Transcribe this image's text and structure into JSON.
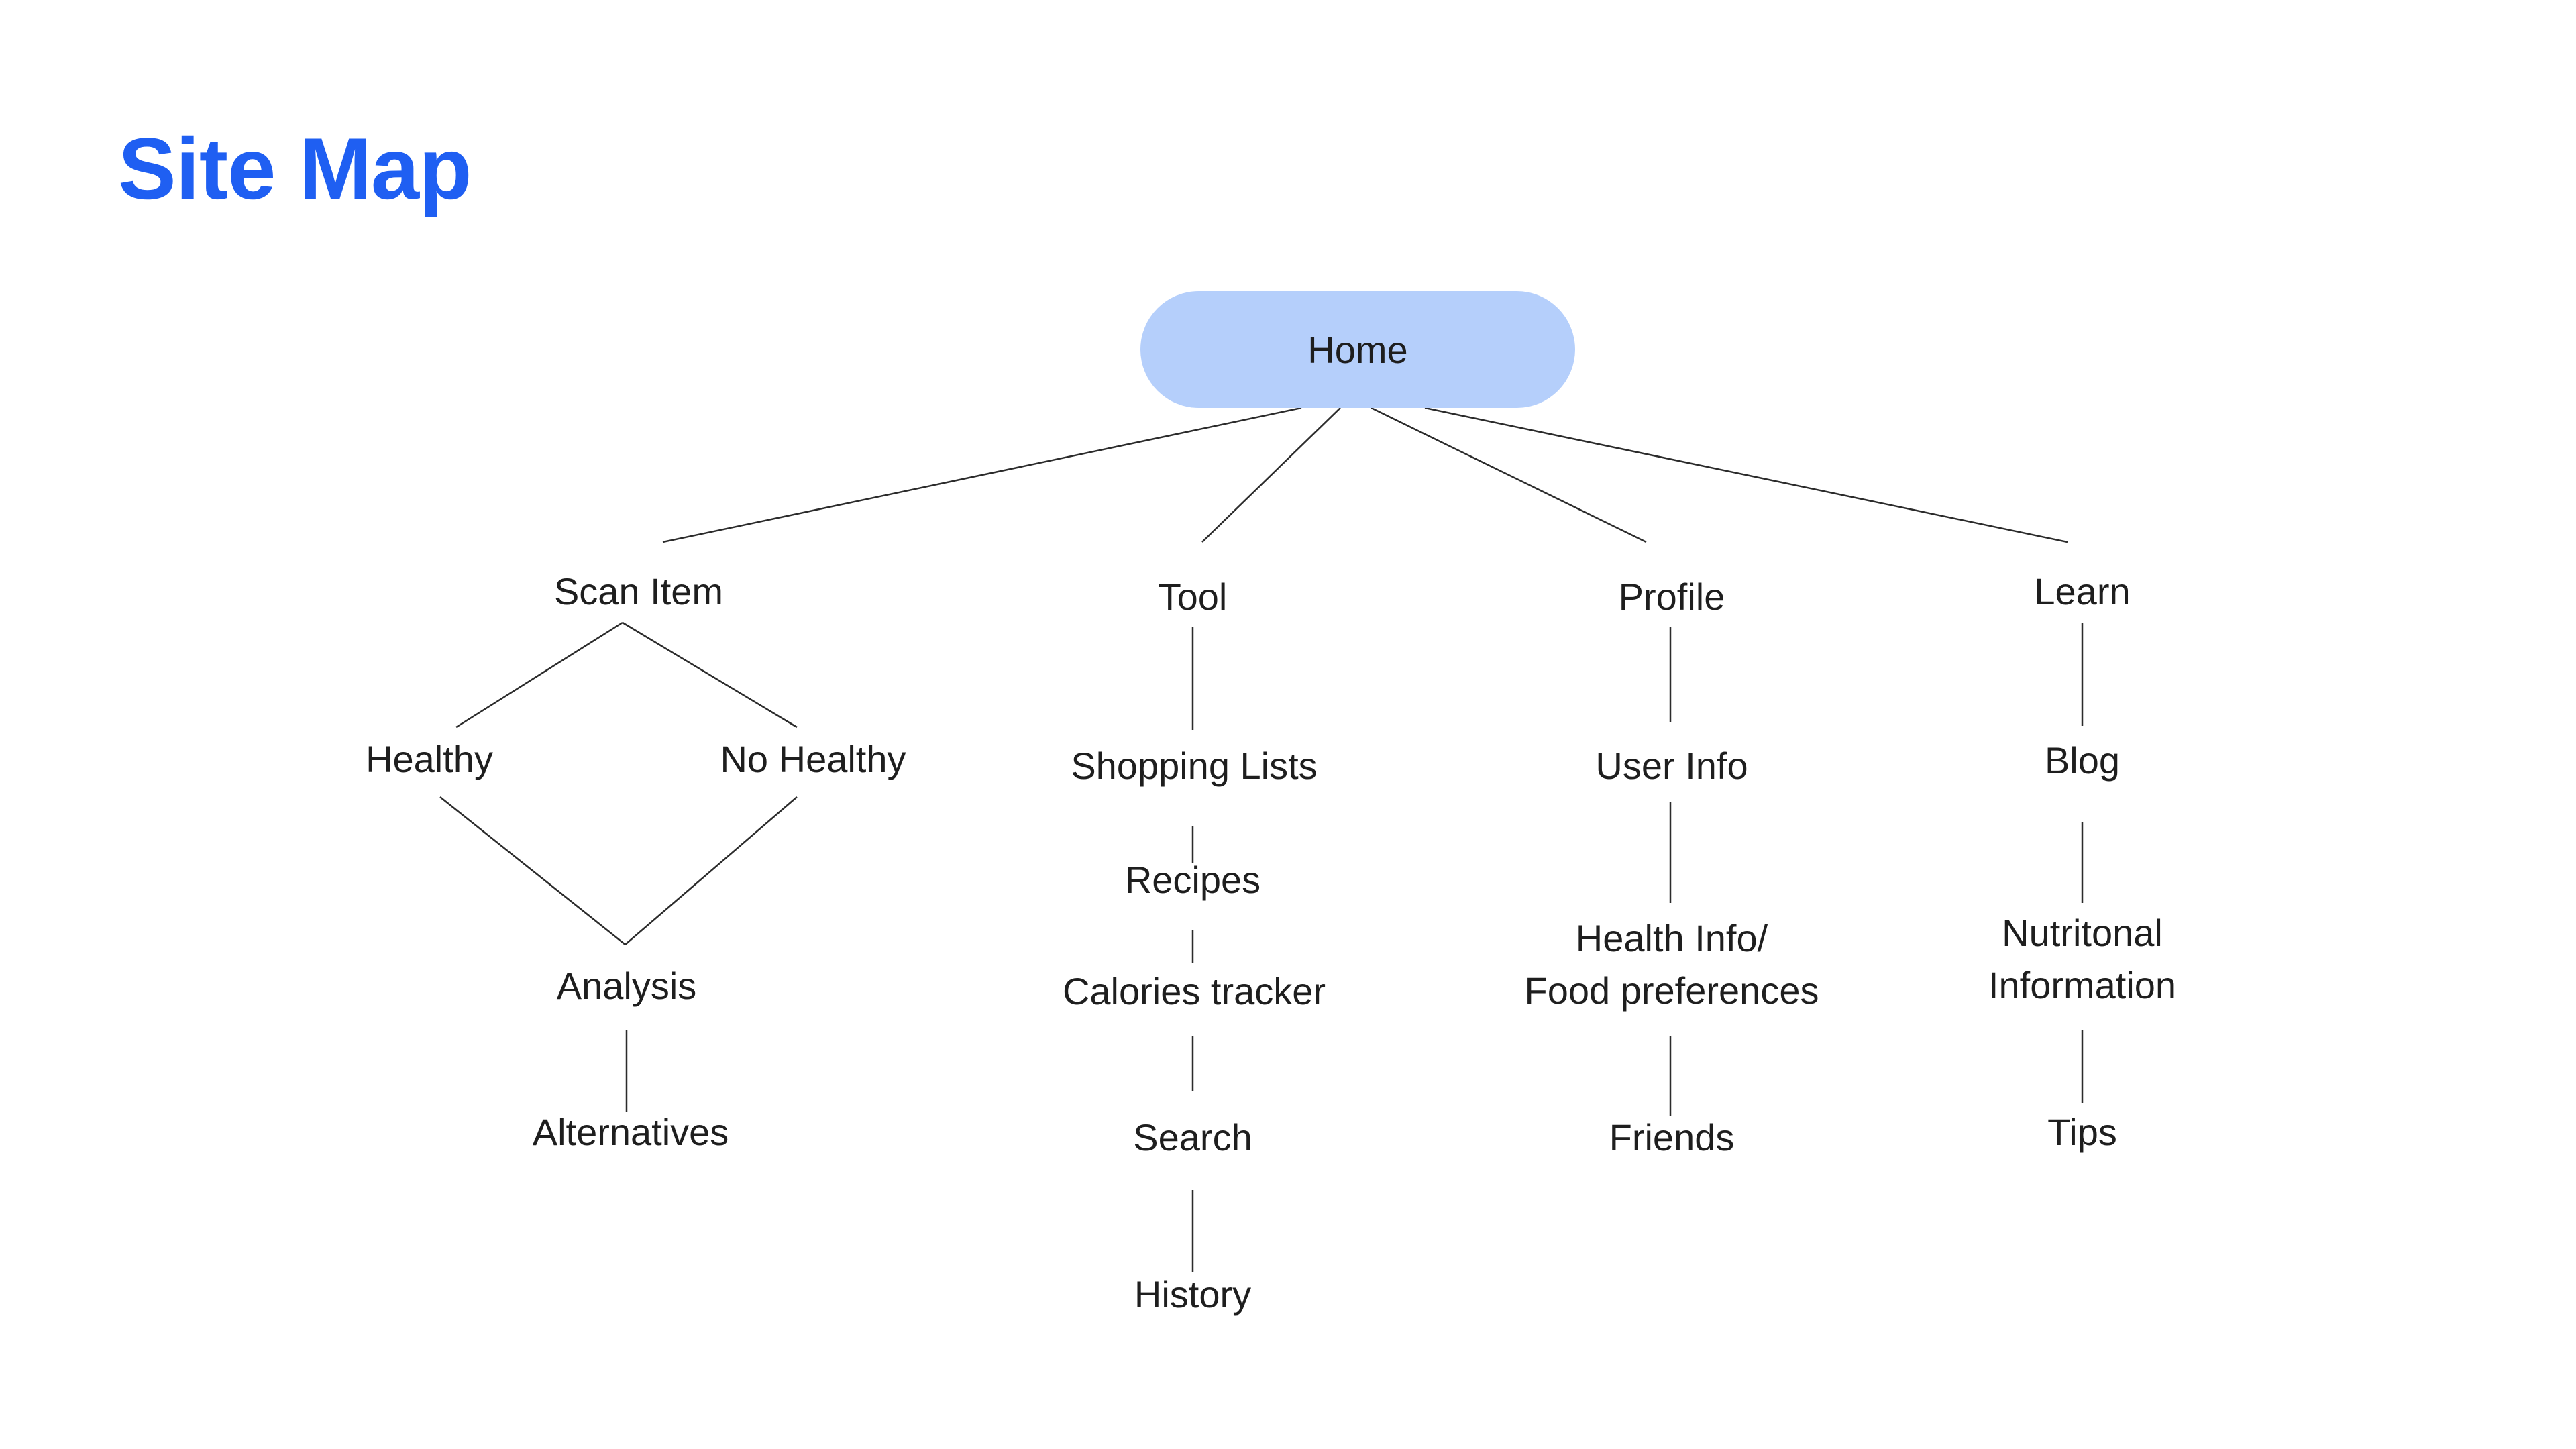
{
  "title": "Site Map",
  "root": {
    "label": "Home"
  },
  "branches": {
    "scan_item": {
      "label": "Scan Item",
      "healthy": "Healthy",
      "no_healthy": "No Healthy",
      "analysis": "Analysis",
      "alternatives": "Alternatives"
    },
    "tool": {
      "label": "Tool",
      "shopping_lists": "Shopping Lists",
      "recipes": "Recipes",
      "calories_tracker": "Calories tracker",
      "search": "Search",
      "history": "History"
    },
    "profile": {
      "label": "Profile",
      "user_info": "User Info",
      "health_info_line1": "Health Info/",
      "health_info_line2": "Food preferences",
      "friends": "Friends"
    },
    "learn": {
      "label": "Learn",
      "blog": "Blog",
      "nutritional_line1": "Nutritonal",
      "nutritional_line2": "Information",
      "tips": "Tips"
    }
  },
  "colors": {
    "title": "#1f5ff2",
    "home_fill": "#b5cffb",
    "connector": "#2b2b2b"
  }
}
